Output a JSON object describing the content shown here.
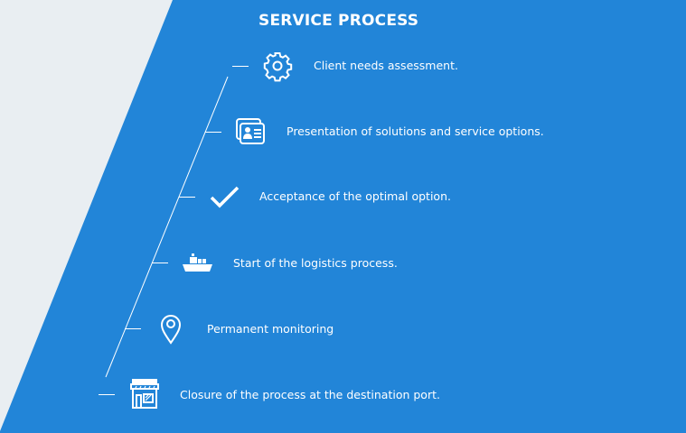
{
  "title": "SERVICE PROCESS",
  "colors": {
    "background": "#e9eef2",
    "panel": "#2285d8",
    "foreground": "#ffffff"
  },
  "steps": [
    {
      "icon": "gear-icon",
      "label": "Client needs assessment."
    },
    {
      "icon": "id-card-icon",
      "label": "Presentation of solutions and service options."
    },
    {
      "icon": "checkmark-icon",
      "label": "Acceptance of the optimal option."
    },
    {
      "icon": "ship-icon",
      "label": "Start of the logistics process."
    },
    {
      "icon": "map-pin-icon",
      "label": "Permanent monitoring"
    },
    {
      "icon": "storefront-icon",
      "label": "Closure of the process at the destination port."
    }
  ]
}
